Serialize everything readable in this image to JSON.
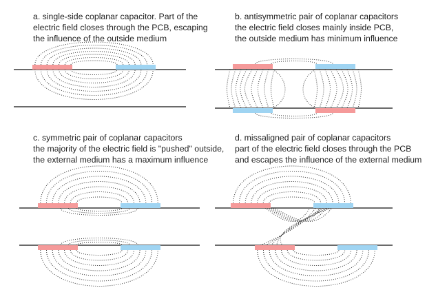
{
  "panels": [
    {
      "id": "a",
      "lines": [
        "a. single-side coplanar capacitor. Part of the",
        "electric field closes through the PCB, escaping",
        "the influence of the outside medium"
      ]
    },
    {
      "id": "b",
      "lines": [
        "b. antisymmetric pair of coplanar capacitors",
        "the electric field closes mainly inside PCB,",
        "the outside medium has minimum influence"
      ]
    },
    {
      "id": "c",
      "lines": [
        "c. symmetric pair of coplanar capacitors",
        "the majority of the electric field is \"pushed\" outside,",
        "the external medium has a maximum influence"
      ]
    },
    {
      "id": "d",
      "lines": [
        "d. missaligned pair of coplanar capacitors",
        "part of the electric field closes through the PCB",
        "and escapes the influence of the external medium"
      ]
    }
  ],
  "colors": {
    "positive_electrode": "#f59a9a",
    "negative_electrode": "#9fd4f2",
    "pcb_line": "#111111",
    "field_line": "#333333"
  }
}
